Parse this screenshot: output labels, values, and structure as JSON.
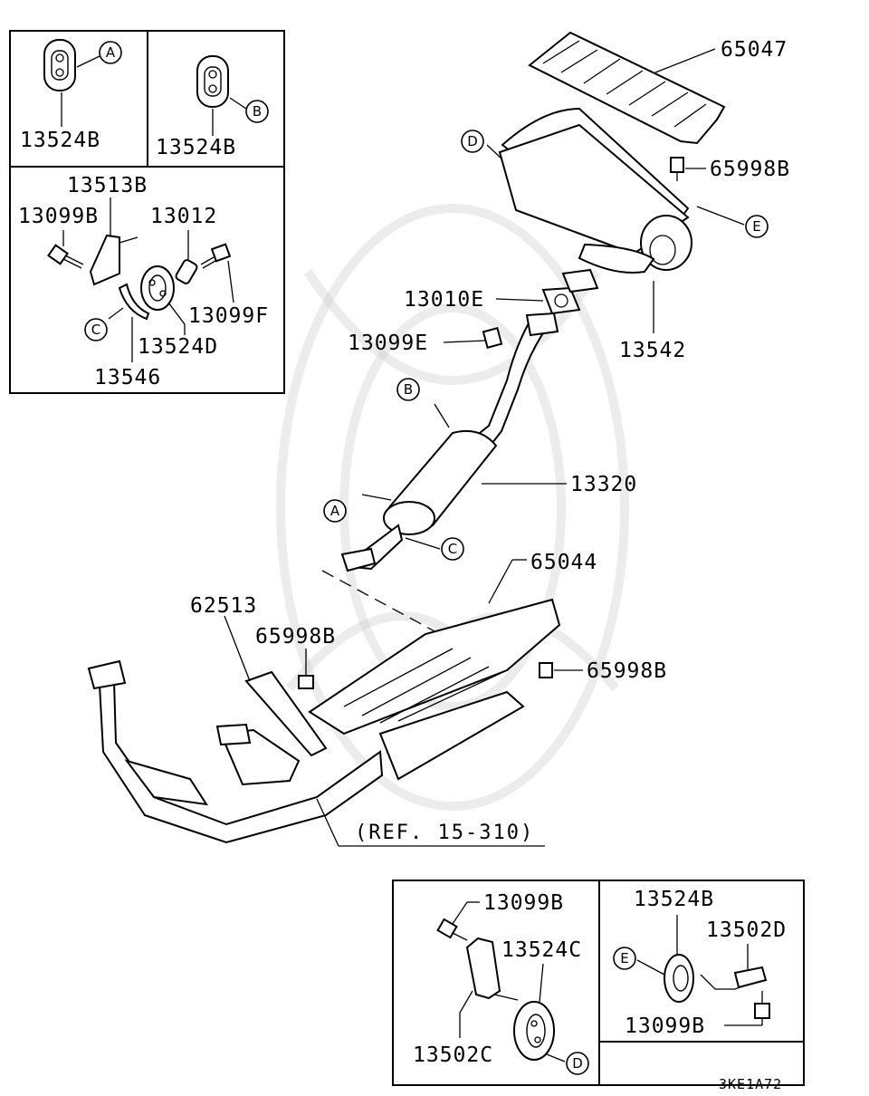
{
  "parts": {
    "p65047": "65047",
    "p65998B_top": "65998B",
    "p13010E": "13010E",
    "p13542": "13542",
    "p13099E": "13099E",
    "p13320": "13320",
    "p65044": "65044",
    "p62513": "62513",
    "p65998B_mid": "65998B",
    "p65998B_right": "65998B",
    "ref": "(REF. 15-310)",
    "inset_a_13524B": "13524B",
    "inset_b_13524B": "13524B",
    "inset_c_13513B": "13513B",
    "inset_c_13099B": "13099B",
    "inset_c_13012": "13012",
    "inset_c_13099F": "13099F",
    "inset_c_13524D": "13524D",
    "inset_c_13546": "13546",
    "inset_d_13099B": "13099B",
    "inset_d_13524C": "13524C",
    "inset_d_13502C": "13502C",
    "inset_e_13524B": "13524B",
    "inset_e_13502D": "13502D",
    "inset_e_13099B": "13099B",
    "drawing_code": "3KE1A72"
  },
  "callouts": {
    "a_main": "A",
    "b_main": "B",
    "c_main": "C",
    "d_main": "D",
    "e_main": "E",
    "a_inset": "A",
    "b_inset": "B",
    "c_inset": "C",
    "d_inset": "D",
    "e_inset": "E"
  }
}
